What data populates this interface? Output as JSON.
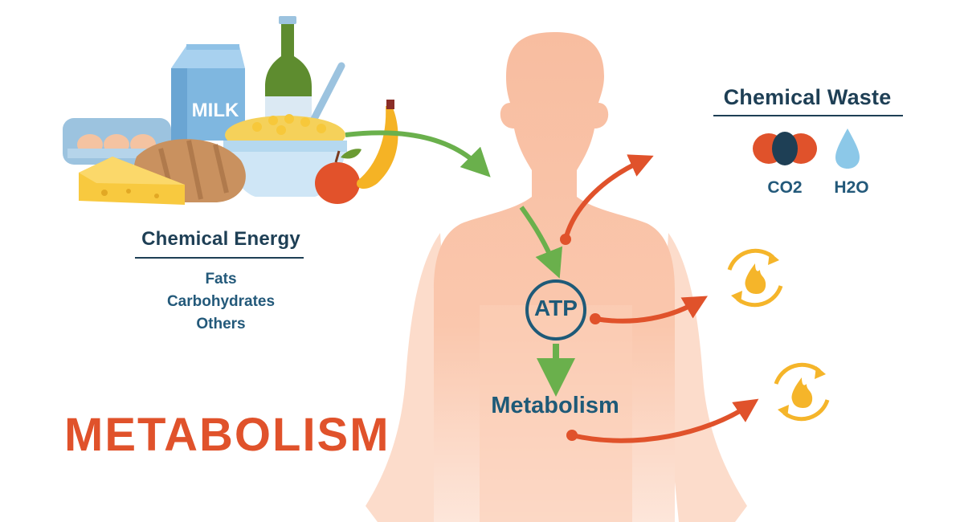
{
  "title": "METABOLISM",
  "colors": {
    "navy": "#1e3f55",
    "teal_text": "#23597a",
    "orange_red": "#e0522b",
    "green_arrow": "#6ab04c",
    "skin": "#f8bfa0",
    "flame_yellow": "#f5b52a",
    "water_blue": "#8cc8e8"
  },
  "food": {
    "items": [
      "eggs",
      "milk carton",
      "bottle",
      "cereal bowl",
      "bread",
      "cheese",
      "apple",
      "banana"
    ],
    "milk_label": "MILK"
  },
  "chemical_energy": {
    "heading": "Chemical Energy",
    "items": [
      "Fats",
      "Carbohydrates",
      "Others"
    ]
  },
  "chemical_waste": {
    "heading": "Chemical Waste",
    "items": [
      {
        "label": "CO2",
        "icon": "co2-molecule-icon"
      },
      {
        "label": "H2O",
        "icon": "water-drop-icon"
      }
    ]
  },
  "body": {
    "atp_label": "ATP",
    "metabolism_label": "Metabolism"
  },
  "energy_icons": [
    "fire-cycle-icon",
    "fire-cycle-icon"
  ]
}
